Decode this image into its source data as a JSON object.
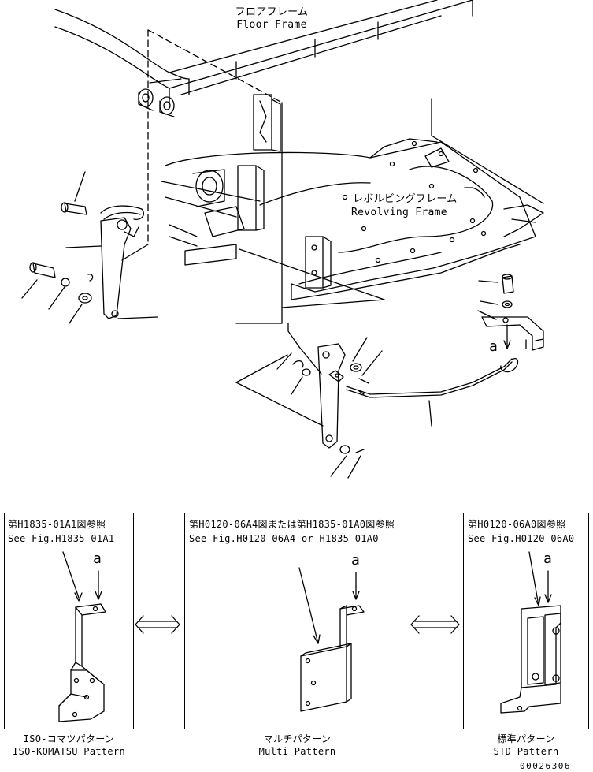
{
  "main_labels": {
    "floor_frame_jp": "フロアフレーム",
    "floor_frame_en": "Floor Frame",
    "revolving_frame_jp": "レボルビングフレーム",
    "revolving_frame_en": "Revolving Frame",
    "callout_a": "a"
  },
  "panels": [
    {
      "ref_jp": "第H1835-01A1図参照",
      "ref_en": "See Fig.H1835-01A1",
      "callout": "a",
      "caption_jp": "ISO-コマツパターン",
      "caption_en": "ISO-KOMATSU Pattern"
    },
    {
      "ref_jp": "第H0120-06A4図または第H1835-01A0図参照",
      "ref_en": "See Fig.H0120-06A4 or H1835-01A0",
      "callout": "a",
      "caption_jp": "マルチパターン",
      "caption_en": "Multi Pattern"
    },
    {
      "ref_jp": "第H0120-06A0図参照",
      "ref_en": "See Fig.H0120-06A0",
      "callout": "a",
      "caption_jp": "標準パターン",
      "caption_en": "STD Pattern"
    }
  ],
  "drawing_number": "00026306"
}
